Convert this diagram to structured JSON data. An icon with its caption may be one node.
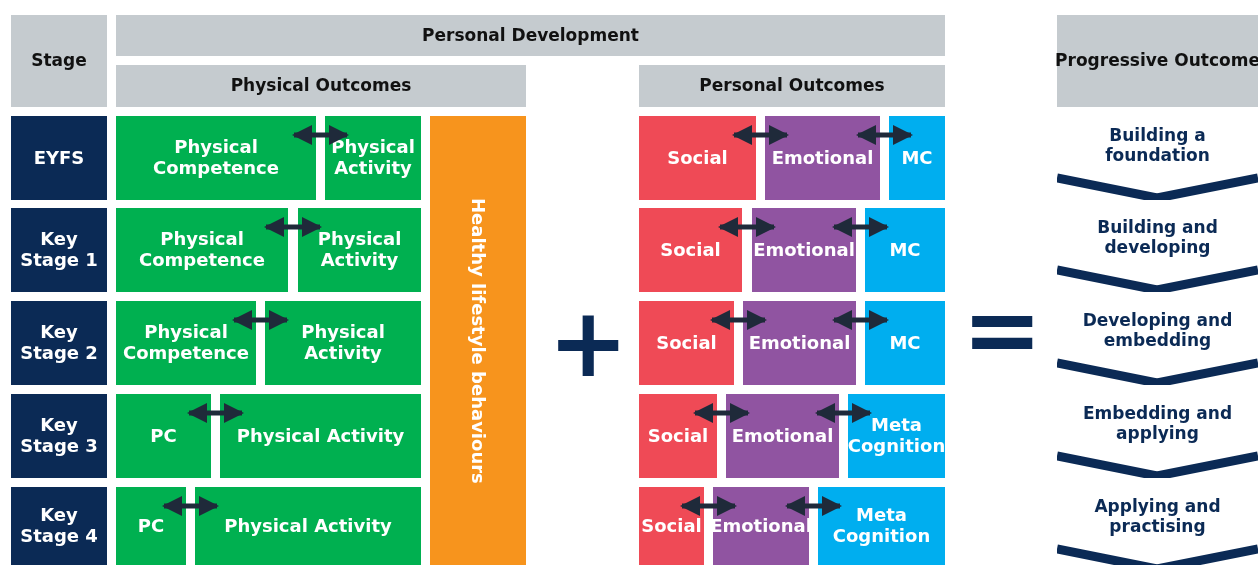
{
  "diagram": {
    "nodes": [
      {
        "text": [
          "Stage"
        ]
      },
      {
        "text": [
          "Personal Development"
        ]
      },
      {
        "text": [
          "Physical Outcomes"
        ]
      },
      {
        "text": [
          "Personal Outcomes"
        ]
      },
      {
        "text": [
          "Progressive Outcome"
        ]
      },
      {
        "text": [
          "Healthy lifestyle behaviours"
        ]
      },
      {
        "text": [
          "EYFS"
        ]
      },
      {
        "text": [
          "Physical Competence"
        ]
      },
      {
        "text": [
          "Physical Activity"
        ]
      },
      {
        "text": [
          "Social"
        ]
      },
      {
        "text": [
          "Emotional"
        ]
      },
      {
        "text": [
          "MC"
        ]
      },
      {
        "text": [
          "Building a foundation"
        ]
      },
      {
        "text": [
          "Key Stage 1"
        ]
      },
      {
        "text": [
          "Physical Competence"
        ]
      },
      {
        "text": [
          "Physical Activity"
        ]
      },
      {
        "text": [
          "Social"
        ]
      },
      {
        "text": [
          "Emotional"
        ]
      },
      {
        "text": [
          "MC"
        ]
      },
      {
        "text": [
          "Building and developing"
        ]
      },
      {
        "text": [
          "Key Stage 2"
        ]
      },
      {
        "text": [
          "Physical Competence"
        ]
      },
      {
        "text": [
          "Physical Activity"
        ]
      },
      {
        "text": [
          "Social"
        ]
      },
      {
        "text": [
          "Emotional"
        ]
      },
      {
        "text": [
          "MC"
        ]
      },
      {
        "text": [
          "Developing and embedding"
        ]
      },
      {
        "text": [
          "Key Stage 3"
        ]
      },
      {
        "text": [
          "PC"
        ]
      },
      {
        "text": [
          "Physical Activity"
        ]
      },
      {
        "text": [
          "Social"
        ]
      },
      {
        "text": [
          "Emotional"
        ]
      },
      {
        "text": [
          "Meta Cognition"
        ]
      },
      {
        "text": [
          "Embedding and applying"
        ]
      },
      {
        "text": [
          "Key Stage 4"
        ]
      },
      {
        "text": [
          "PC"
        ]
      },
      {
        "text": [
          "Physical Activity"
        ]
      },
      {
        "text": [
          "Social"
        ]
      },
      {
        "text": [
          "Emotional"
        ]
      },
      {
        "text": [
          "Meta Cognition"
        ]
      },
      {
        "text": [
          "Applying and practising"
        ]
      }
    ],
    "edges": [
      {
        "from": 7,
        "to": 8,
        "arrow": "both"
      },
      {
        "from": 9,
        "to": 10,
        "arrow": "both"
      },
      {
        "from": 10,
        "to": 11,
        "arrow": "both"
      },
      {
        "from": 14,
        "to": 15,
        "arrow": "both"
      },
      {
        "from": 16,
        "to": 17,
        "arrow": "both"
      },
      {
        "from": 17,
        "to": 18,
        "arrow": "both"
      },
      {
        "from": 21,
        "to": 22,
        "arrow": "both"
      },
      {
        "from": 23,
        "to": 24,
        "arrow": "both"
      },
      {
        "from": 24,
        "to": 25,
        "arrow": "both"
      },
      {
        "from": 28,
        "to": 29,
        "arrow": "both"
      },
      {
        "from": 30,
        "to": 31,
        "arrow": "both"
      },
      {
        "from": 31,
        "to": 32,
        "arrow": "both"
      },
      {
        "from": 35,
        "to": 36,
        "arrow": "both"
      },
      {
        "from": 37,
        "to": 38,
        "arrow": "both"
      },
      {
        "from": 38,
        "to": 39,
        "arrow": "both"
      }
    ],
    "labels": [
      "+",
      "="
    ]
  }
}
